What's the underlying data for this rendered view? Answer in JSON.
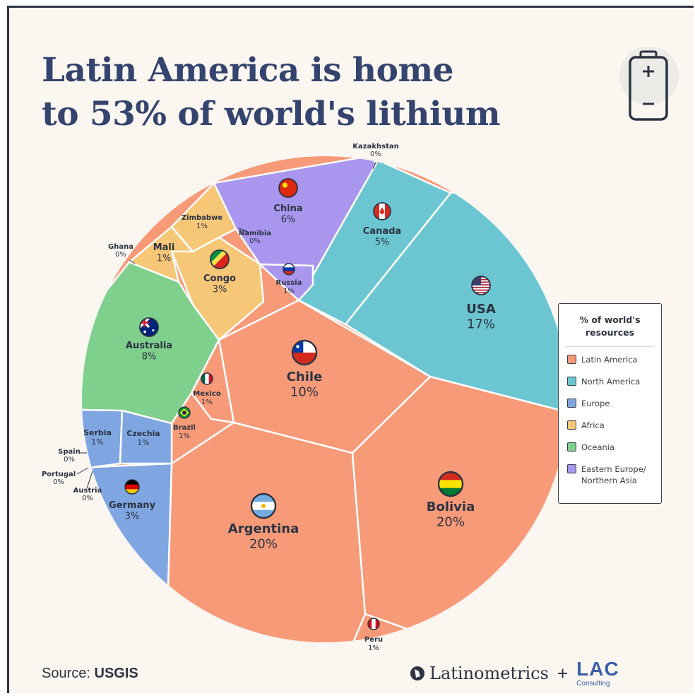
{
  "title_lines": [
    "Latin America is home",
    "to 53% of world's lithium"
  ],
  "source_label": "Source:",
  "source_value": "USGIS",
  "brand": "Latinometrics",
  "brand_plus": "+",
  "brand_partner": "LAC",
  "brand_partner_sub": "Consulting",
  "colors": {
    "Latin America": "#f79a78",
    "North America": "#6cc6d1",
    "Europe": "#7fa6e1",
    "Africa": "#f6c777",
    "Oceania": "#7fcf8d",
    "Eastern Europe/\nNorthern Asia": "#a996ee"
  },
  "chart_data": {
    "type": "voronoi-treemap",
    "legend_title": "% of world's\nresources",
    "legend": [
      "Latin America",
      "North America",
      "Europe",
      "Africa",
      "Oceania",
      "Eastern Europe/\nNorthern Asia"
    ],
    "cells": [
      {
        "name": "Argentina",
        "value": "20%",
        "region": "Latin America",
        "flag": "argentina-flag"
      },
      {
        "name": "Bolivia",
        "value": "20%",
        "region": "Latin America",
        "flag": "bolivia-flag"
      },
      {
        "name": "Chile",
        "value": "10%",
        "region": "Latin America",
        "flag": "chile-flag"
      },
      {
        "name": "Mexico",
        "value": "1%",
        "region": "Latin America",
        "flag": "mexico-flag"
      },
      {
        "name": "Brazil",
        "value": "1%",
        "region": "Latin America",
        "flag": "brazil-flag"
      },
      {
        "name": "Peru",
        "value": "1%",
        "region": "Latin America",
        "flag": "peru-flag"
      },
      {
        "name": "USA",
        "value": "17%",
        "region": "North America",
        "flag": "usa-flag"
      },
      {
        "name": "Canada",
        "value": "5%",
        "region": "North America",
        "flag": "canada-flag"
      },
      {
        "name": "Germany",
        "value": "3%",
        "region": "Europe",
        "flag": "germany-flag"
      },
      {
        "name": "Serbia",
        "value": "1%",
        "region": "Europe"
      },
      {
        "name": "Czechia",
        "value": "1%",
        "region": "Europe"
      },
      {
        "name": "Spain",
        "value": "0%",
        "region": "Europe"
      },
      {
        "name": "Portugal",
        "value": "0%",
        "region": "Europe"
      },
      {
        "name": "Austria",
        "value": "0%",
        "region": "Europe"
      },
      {
        "name": "Congo",
        "value": "3%",
        "region": "Africa",
        "flag": "congo-flag"
      },
      {
        "name": "Mali",
        "value": "1%",
        "region": "Africa"
      },
      {
        "name": "Zimbabwe",
        "value": "1%",
        "region": "Africa"
      },
      {
        "name": "Ghana",
        "value": "0%",
        "region": "Africa"
      },
      {
        "name": "Namibia",
        "value": "0%",
        "region": "Africa"
      },
      {
        "name": "Australia",
        "value": "8%",
        "region": "Oceania",
        "flag": "australia-flag"
      },
      {
        "name": "China",
        "value": "6%",
        "region": "Eastern Europe/\nNorthern Asia",
        "flag": "china-flag"
      },
      {
        "name": "Russia",
        "value": "1%",
        "region": "Eastern Europe/\nNorthern Asia",
        "flag": "russia-flag"
      },
      {
        "name": "Kazakhstan",
        "value": "0%",
        "region": "Eastern Europe/\nNorthern Asia"
      }
    ]
  }
}
